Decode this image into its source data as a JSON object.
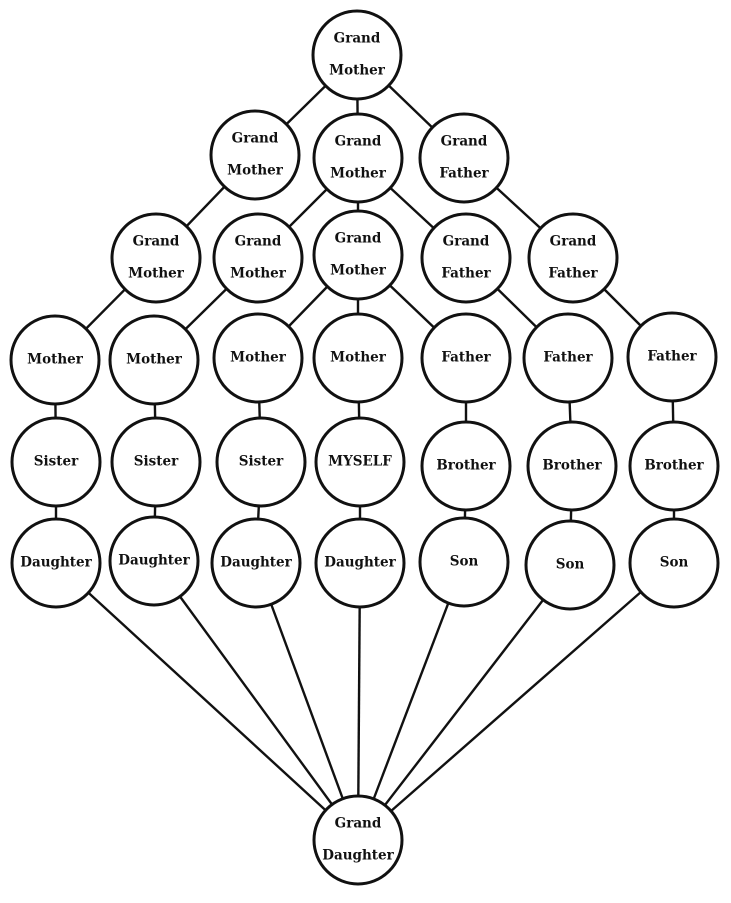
{
  "nodes": [
    {
      "id": "top-grandmother",
      "lines": [
        "Grand",
        "Mother"
      ]
    },
    {
      "id": "r2-grandmother-left",
      "lines": [
        "Grand",
        "Mother"
      ]
    },
    {
      "id": "r2-grandmother-center",
      "lines": [
        "Grand",
        "Mother"
      ]
    },
    {
      "id": "r2-grandfather",
      "lines": [
        "Grand",
        "Father"
      ]
    },
    {
      "id": "r3-grandmother-1",
      "lines": [
        "Grand",
        "Mother"
      ]
    },
    {
      "id": "r3-grandmother-2",
      "lines": [
        "Grand",
        "Mother"
      ]
    },
    {
      "id": "r3-grandmother-3",
      "lines": [
        "Grand",
        "Mother"
      ]
    },
    {
      "id": "r3-grandfather-1",
      "lines": [
        "Grand",
        "Father"
      ]
    },
    {
      "id": "r3-grandfather-2",
      "lines": [
        "Grand",
        "Father"
      ]
    },
    {
      "id": "r4-mother-1",
      "lines": [
        "Mother"
      ]
    },
    {
      "id": "r4-mother-2",
      "lines": [
        "Mother"
      ]
    },
    {
      "id": "r4-mother-3",
      "lines": [
        "Mother"
      ]
    },
    {
      "id": "r4-mother-4",
      "lines": [
        "Mother"
      ]
    },
    {
      "id": "r4-father-1",
      "lines": [
        "Father"
      ]
    },
    {
      "id": "r4-father-2",
      "lines": [
        "Father"
      ]
    },
    {
      "id": "r4-father-3",
      "lines": [
        "Father"
      ]
    },
    {
      "id": "r5-sister-1",
      "lines": [
        "Sister"
      ]
    },
    {
      "id": "r5-sister-2",
      "lines": [
        "Sister"
      ]
    },
    {
      "id": "r5-sister-3",
      "lines": [
        "Sister"
      ]
    },
    {
      "id": "r5-myself",
      "lines": [
        "MYSELF"
      ]
    },
    {
      "id": "r5-brother-1",
      "lines": [
        "Brother"
      ]
    },
    {
      "id": "r5-brother-2",
      "lines": [
        "Brother"
      ]
    },
    {
      "id": "r5-brother-3",
      "lines": [
        "Brother"
      ]
    },
    {
      "id": "r6-daughter-1",
      "lines": [
        "Daughter"
      ]
    },
    {
      "id": "r6-daughter-2",
      "lines": [
        "Daughter"
      ]
    },
    {
      "id": "r6-daughter-3",
      "lines": [
        "Daughter"
      ]
    },
    {
      "id": "r6-daughter-4",
      "lines": [
        "Daughter"
      ]
    },
    {
      "id": "r6-son-1",
      "lines": [
        "Son"
      ]
    },
    {
      "id": "r6-son-2",
      "lines": [
        "Son"
      ]
    },
    {
      "id": "r6-son-3",
      "lines": [
        "Son"
      ]
    },
    {
      "id": "bottom-granddaughter",
      "lines": [
        "Grand",
        "Daughter"
      ]
    }
  ],
  "edges": [
    [
      "top-grandmother",
      "r2-grandmother-left"
    ],
    [
      "top-grandmother",
      "r2-grandmother-center"
    ],
    [
      "top-grandmother",
      "r2-grandfather"
    ],
    [
      "r2-grandmother-left",
      "r3-grandmother-1"
    ],
    [
      "r2-grandmother-center",
      "r3-grandmother-2"
    ],
    [
      "r2-grandmother-center",
      "r3-grandmother-3"
    ],
    [
      "r2-grandmother-center",
      "r3-grandfather-1"
    ],
    [
      "r2-grandfather",
      "r3-grandfather-2"
    ],
    [
      "r3-grandmother-1",
      "r4-mother-1"
    ],
    [
      "r3-grandmother-2",
      "r4-mother-2"
    ],
    [
      "r3-grandmother-3",
      "r4-mother-3"
    ],
    [
      "r3-grandmother-3",
      "r4-mother-4"
    ],
    [
      "r3-grandmother-3",
      "r4-father-1"
    ],
    [
      "r3-grandfather-1",
      "r4-father-2"
    ],
    [
      "r3-grandfather-2",
      "r4-father-3"
    ],
    [
      "r4-mother-1",
      "r5-sister-1"
    ],
    [
      "r4-mother-2",
      "r5-sister-2"
    ],
    [
      "r4-mother-3",
      "r5-sister-3"
    ],
    [
      "r4-mother-4",
      "r5-myself"
    ],
    [
      "r4-father-1",
      "r5-brother-1"
    ],
    [
      "r4-father-2",
      "r5-brother-2"
    ],
    [
      "r4-father-3",
      "r5-brother-3"
    ],
    [
      "r5-sister-1",
      "r6-daughter-1"
    ],
    [
      "r5-sister-2",
      "r6-daughter-2"
    ],
    [
      "r5-sister-3",
      "r6-daughter-3"
    ],
    [
      "r5-myself",
      "r6-daughter-4"
    ],
    [
      "r5-brother-1",
      "r6-son-1"
    ],
    [
      "r5-brother-2",
      "r6-son-2"
    ],
    [
      "r5-brother-3",
      "r6-son-3"
    ],
    [
      "r6-daughter-1",
      "bottom-granddaughter"
    ],
    [
      "r6-daughter-2",
      "bottom-granddaughter"
    ],
    [
      "r6-daughter-3",
      "bottom-granddaughter"
    ],
    [
      "r6-daughter-4",
      "bottom-granddaughter"
    ],
    [
      "r6-son-1",
      "bottom-granddaughter"
    ],
    [
      "r6-son-2",
      "bottom-granddaughter"
    ],
    [
      "r6-son-3",
      "bottom-granddaughter"
    ]
  ]
}
